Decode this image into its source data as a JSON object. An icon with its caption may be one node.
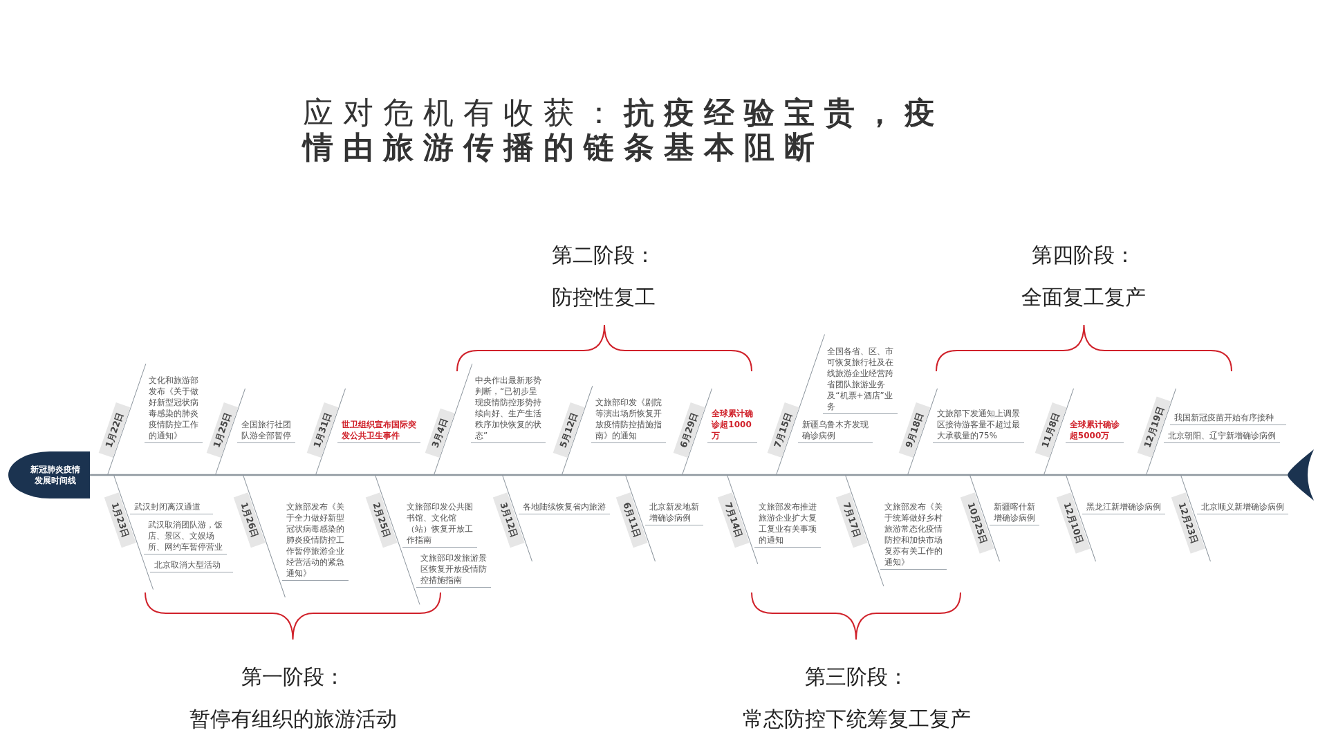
{
  "diagram": {
    "title": "应对危机有收获：**抗疫经验宝贵，疫情由旅游传播的链条基本阻断**",
    "nodes": [
      {
        "text": [
          "新冠肺炎疫情发展时间线"
        ]
      },
      {
        "text": [
          "1月22日"
        ],
        "beside": [
          "文化和旅游部发布《关于做好新型冠状病毒感染的肺炎疫情防控工作的通知》"
        ]
      },
      {
        "text": [
          "1月23日"
        ],
        "beside": [
          "武汉封闭离汉通道",
          "武汉取消团队游，饭店、景区、文娱场所、网约车暂停营业",
          "北京取消大型活动"
        ]
      },
      {
        "text": [
          "1月25日"
        ],
        "beside": [
          "全国旅行社团队游全部暂停"
        ]
      },
      {
        "text": [
          "1月26日"
        ],
        "beside": [
          "文旅部发布《关于全力做好新型冠状病毒感染的肺炎疫情防控工作暂停旅游企业经营活动的紧急通知》"
        ]
      },
      {
        "text": [
          "1月31日"
        ],
        "beside": [
          "世卫组织宣布国际突发公共卫生事件"
        ]
      },
      {
        "text": [
          "2月25日"
        ],
        "beside": [
          "文旅部印发公共图书馆、文化馆（站）恢复开放工作指南",
          "文旅部印发旅游景区恢复开放疫情防控措施指南"
        ]
      },
      {
        "text": [
          "3月4日"
        ],
        "beside": [
          "中央作出最新形势判断，“已初步呈现疫情防控形势持续向好、生产生活秩序加快恢复的状态”"
        ]
      },
      {
        "text": [
          "3月12日"
        ],
        "beside": [
          "各地陆续恢复省内旅游"
        ]
      },
      {
        "text": [
          "5月12日"
        ],
        "beside": [
          "文旅部印发《剧院等演出场所恢复开放疫情防控措施指南》的通知"
        ]
      },
      {
        "text": [
          "6月11日"
        ],
        "beside": [
          "北京新发地新增确诊病例"
        ]
      },
      {
        "text": [
          "6月29日"
        ],
        "beside": [
          "全球累计确诊超1000万"
        ]
      },
      {
        "text": [
          "7月14日"
        ],
        "beside": [
          "文旅部发布推进旅游企业扩大复工复业有关事项的通知"
        ]
      },
      {
        "text": [
          "7月15日"
        ],
        "beside": [
          "全国各省、区、市可恢复旅行社及在线旅游企业经营跨省团队旅游业务及“机票+酒店”业务",
          "新疆乌鲁木齐发现确诊病例"
        ]
      },
      {
        "text": [
          "7月17日"
        ],
        "beside": [
          "文旅部发布《关于统筹做好乡村旅游常态化疫情防控和加快市场复苏有关工作的通知》"
        ]
      },
      {
        "text": [
          "9月18日"
        ],
        "beside": [
          "文旅部下发通知上调景区接待游客量不超过最大承载量的75%"
        ]
      },
      {
        "text": [
          "10月25日"
        ],
        "beside": [
          "新疆喀什新增确诊病例"
        ]
      },
      {
        "text": [
          "11月8日"
        ],
        "beside": [
          "全球累计确诊超5000万"
        ]
      },
      {
        "text": [
          "12月10日"
        ],
        "beside": [
          "黑龙江新增确诊病例"
        ]
      },
      {
        "text": [
          "12月19日"
        ],
        "beside": [
          "我国新冠疫苗开始有序接种",
          "北京朝阳、辽宁新增确诊病例"
        ]
      },
      {
        "text": [
          "12月23日"
        ],
        "beside": [
          "北京顺义新增确诊病例"
        ]
      },
      {
        "text": [],
        "shape": "tail"
      }
    ],
    "edges": [
      {
        "from": 0,
        "to": 21,
        "arrow": "none"
      }
    ],
    "labels": [
      "第二阶段：",
      "防控性复工",
      "第四阶段：",
      "全面复工复产",
      "第一阶段：",
      "暂停有组织的旅游活动",
      "第三阶段：",
      "常态防控下统筹复工复产"
    ]
  }
}
